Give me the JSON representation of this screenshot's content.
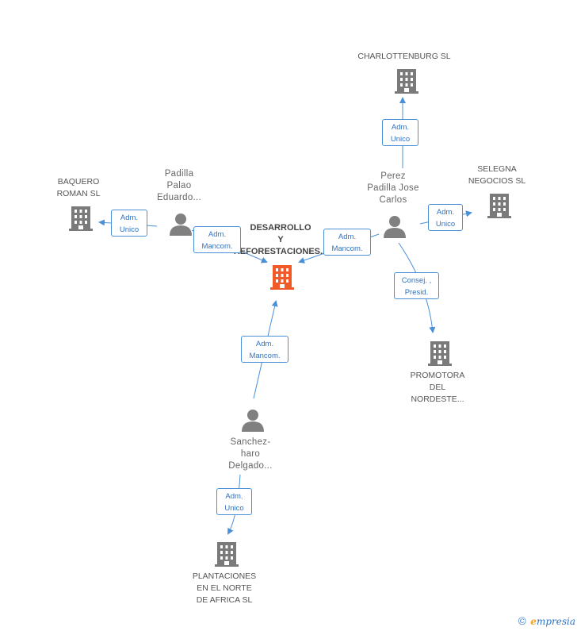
{
  "colors": {
    "edge": "#4a90d9",
    "building": "#7a7a7a",
    "center_building": "#f05a28",
    "person": "#808080"
  },
  "nodes": {
    "center": "DESARROLLO\nY\nREFORESTACIONES...",
    "charlottenburg": "CHARLOTTENBURG SL",
    "selegna": "SELEGNA\nNEGOCIOS SL",
    "baquero": "BAQUERO\nROMAN SL",
    "padilla": "Padilla\nPalao\nEduardo...",
    "perez": "Perez\nPadilla Jose\nCarlos",
    "promotora": "PROMOTORA\nDEL\nNORDESTE...",
    "sanchez": "Sanchez-\nharo\nDelgado...",
    "plantaciones": "PLANTACIONES\nEN EL NORTE\nDE AFRICA SL"
  },
  "edges": {
    "perez_charlottenburg": "Adm.\nUnico",
    "perez_selegna": "Adm.\nUnico",
    "padilla_baquero": "Adm.\nUnico",
    "padilla_center": "Adm.\nMancom.",
    "perez_center": "Adm.\nMancom.",
    "perez_promotora": "Consej. ,\nPresid.",
    "sanchez_center": "Adm.\nMancom.",
    "sanchez_plantaciones": "Adm.\nUnico"
  },
  "brand": {
    "copyright": "©",
    "e_letter": "e",
    "name": "mpresia"
  }
}
